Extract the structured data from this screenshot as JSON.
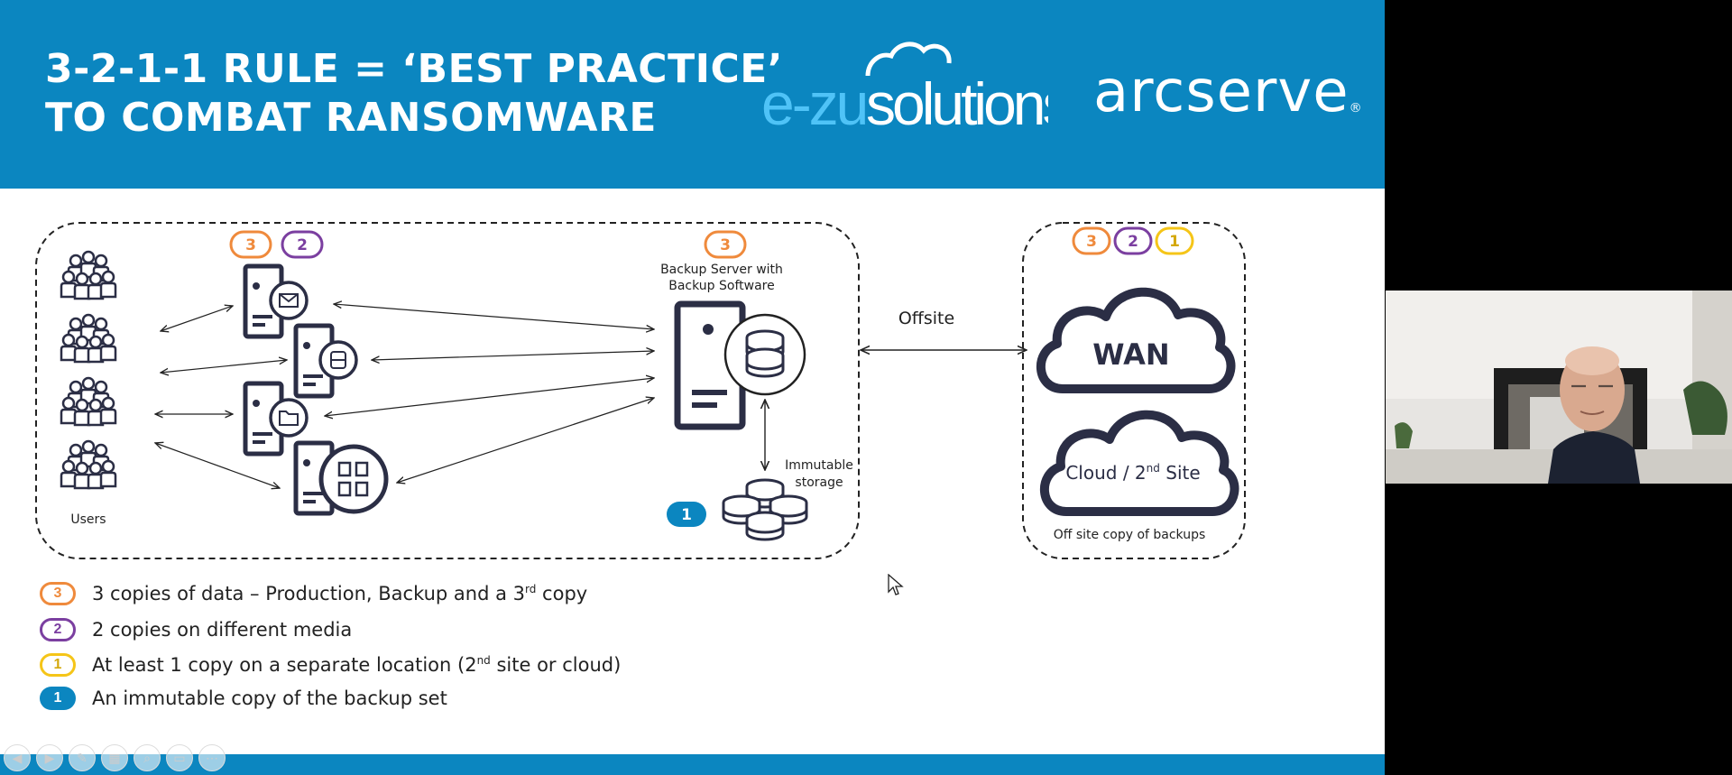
{
  "slide": {
    "title_line1": "3-2-1-1 RULE = ‘BEST PRACTICE’",
    "title_line2": "TO COMBAT RANSOMWARE",
    "logo_ezu_a": "e-zu",
    "logo_ezu_b": "solutions",
    "logo_arc": "arcserve",
    "logo_arc_reg": "®"
  },
  "diagram": {
    "users_label": "Users",
    "backup_server_line1": "Backup Server with",
    "backup_server_line2": "Backup Software",
    "immutable_line1": "Immutable",
    "immutable_line2": "storage",
    "offsite_label": "Offsite",
    "wan_label": "WAN",
    "cloud_label": "Cloud / 2",
    "cloud_sup": "nd",
    "cloud_label_end": " Site",
    "offsite_copy_label": "Off site copy of backups",
    "badge_three": "3",
    "badge_two": "2",
    "badge_one": "1"
  },
  "legend": [
    {
      "badge": "3",
      "text": "3 copies of data – Production, Backup and a 3",
      "sup": "rd",
      "text_end": " copy"
    },
    {
      "badge": "2",
      "text": "2 copies on different media"
    },
    {
      "badge": "1",
      "text": "At least 1 copy on a separate location (2",
      "sup": "nd",
      "text_end": " site or cloud)"
    },
    {
      "badge": "1",
      "text": "An immutable copy of the backup set"
    }
  ],
  "colors": {
    "header_blue": "#0b86c0",
    "orange": "#ef8a3c",
    "purple": "#7b3fa0",
    "yellow": "#f5c518",
    "teal": "#0b86c0",
    "navy": "#2b2e45",
    "ezu_light": "#4fc3f7"
  },
  "controls": [
    "prev-icon",
    "next-icon",
    "pen-icon",
    "slides-icon",
    "zoom-icon",
    "screen-icon",
    "more-icon"
  ]
}
